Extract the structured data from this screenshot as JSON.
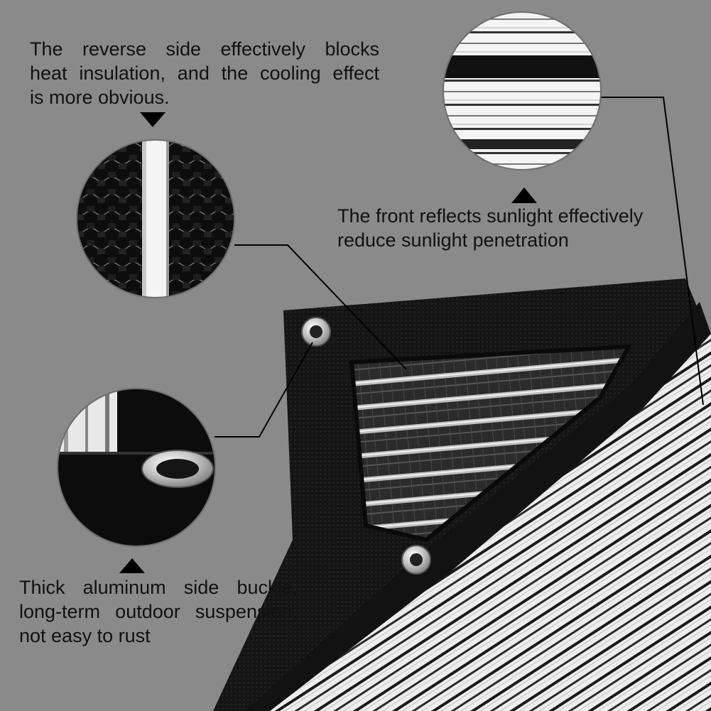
{
  "captions": {
    "reverse_side": [
      "The reverse side effectively blocks",
      "heat insulation, and the cooling effect",
      "is more obvious."
    ],
    "front_side": [
      "The front reflects sunlight effectively",
      "reduce sunlight penetration"
    ],
    "buckle": [
      "Thick aluminum side buckle,",
      "long-term outdoor suspension,",
      "not easy to rust"
    ]
  },
  "colors": {
    "background": "#8a8a8a",
    "text": "#111111",
    "net_black": "#121212",
    "net_silver": "#e9e9e9",
    "grommet": "#c9c9c9"
  },
  "icons": {
    "pointer_down": "triangle-down",
    "pointer_up": "triangle-up"
  }
}
